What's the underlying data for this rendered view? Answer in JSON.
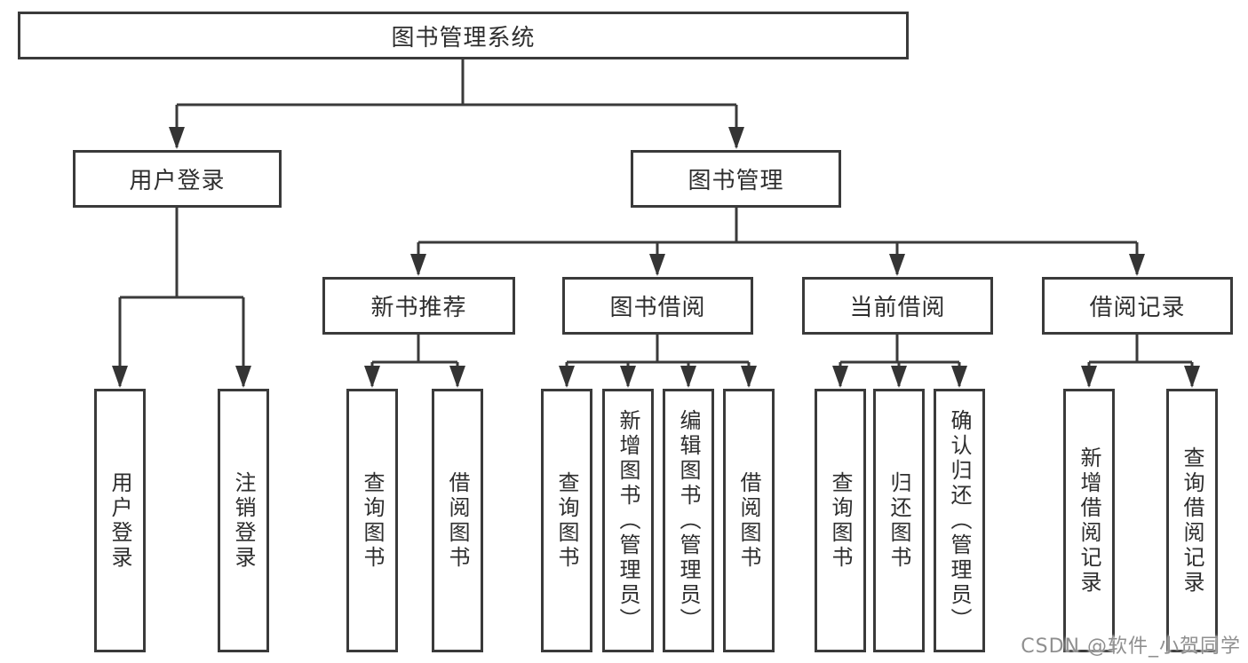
{
  "diagram": {
    "root": {
      "label": "图书管理系统"
    },
    "level2": [
      {
        "label": "用户登录"
      },
      {
        "label": "图书管理"
      }
    ],
    "level3": [
      {
        "label": "新书推荐"
      },
      {
        "label": "图书借阅"
      },
      {
        "label": "当前借阅"
      },
      {
        "label": "借阅记录"
      }
    ],
    "leaves": [
      {
        "label": "用户登录"
      },
      {
        "label": "注销登录"
      },
      {
        "label": "查询图书"
      },
      {
        "label": "借阅图书"
      },
      {
        "label": "查询图书"
      },
      {
        "label": "新增图书（管理员）"
      },
      {
        "label": "编辑图书（管理员）"
      },
      {
        "label": "借阅图书"
      },
      {
        "label": "查询图书"
      },
      {
        "label": "归还图书"
      },
      {
        "label": "确认归还（管理员）"
      },
      {
        "label": "新增借阅记录"
      },
      {
        "label": "查询借阅记录"
      }
    ]
  },
  "watermark": {
    "text": "CSDN @软件_小贺同学"
  },
  "colors": {
    "line": "#3a3a3a",
    "text": "#2e2e2e",
    "background": "#ffffff",
    "watermark": "#8f8f8f"
  }
}
